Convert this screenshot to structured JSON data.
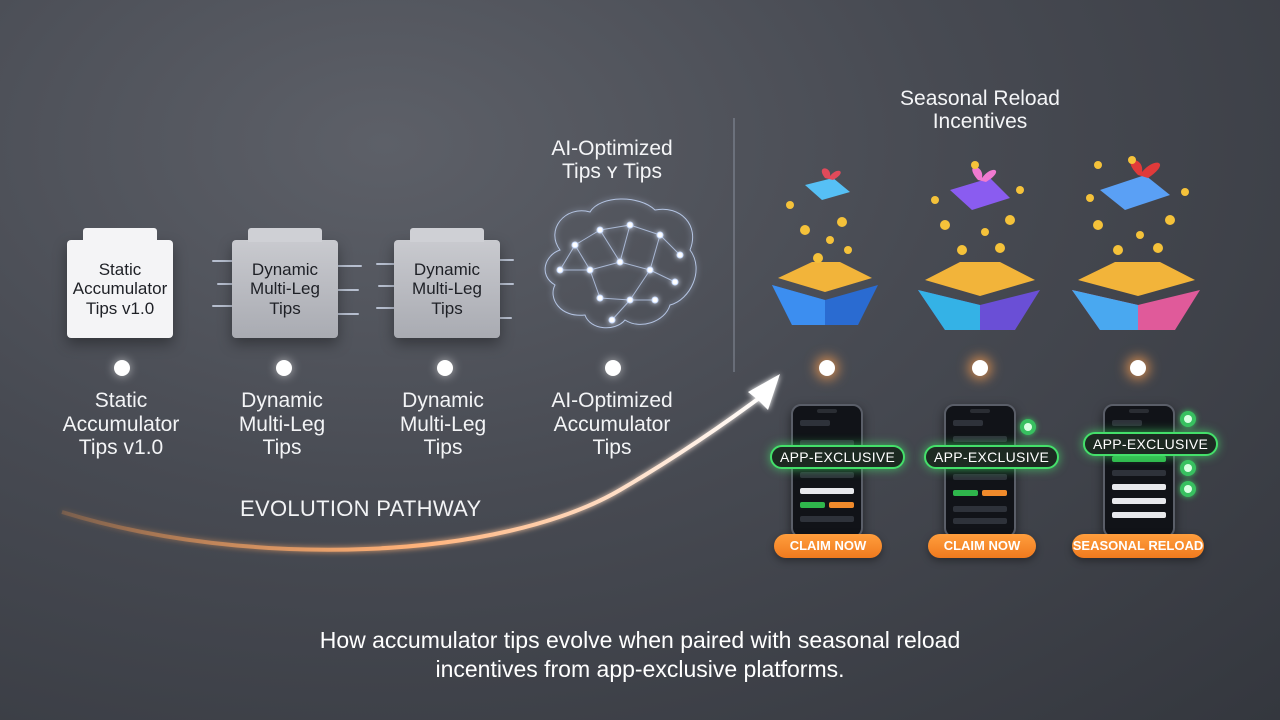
{
  "heading": {
    "ai_top": [
      "AI-Optimized",
      "Tips ʏ Tips"
    ],
    "seasonal_top": [
      "Seasonal Reload",
      "Incentives"
    ]
  },
  "cards": [
    {
      "lines": [
        "Static",
        "Accumulator",
        "Tips v1.0"
      ]
    },
    {
      "lines": [
        "Dynamic",
        "Multi-Leg",
        "Tips"
      ]
    },
    {
      "lines": [
        "Dynamic",
        "Multi-Leg",
        "Tips"
      ]
    }
  ],
  "stages": [
    {
      "lines": [
        "Static",
        "Accumulator",
        "Tips v1.0"
      ]
    },
    {
      "lines": [
        "Dynamic",
        "Multi-Leg",
        "Tips"
      ]
    },
    {
      "lines": [
        "Dynamic",
        "Multi-Leg",
        "Tips"
      ]
    },
    {
      "lines": [
        "AI-Optimized",
        "Accumulator",
        "Tips"
      ]
    }
  ],
  "pathway_label": "EVOLUTION PATHWAY",
  "offers": [
    {
      "badge": "APP-EXCLUSIVE",
      "button": "CLAIM NOW"
    },
    {
      "badge": "APP-EXCLUSIVE",
      "button": "CLAIM NOW"
    },
    {
      "badge": "APP-EXCLUSIVE",
      "button": "SEASONAL RELOAD"
    }
  ],
  "caption": [
    "How accumulator tips evolve when paired with seasonal reload",
    "incentives from app-exclusive platforms."
  ],
  "icons": [
    "brain-network-icon",
    "gift-box-coins-icon",
    "smartphone-icon",
    "chip-icon",
    "arrow-icon"
  ],
  "colors": {
    "accent_orange": "#f07a1e",
    "accent_green": "#44e06a",
    "timeline_blue": "#cfe0ff",
    "timeline_orange": "#ff9a4a"
  }
}
